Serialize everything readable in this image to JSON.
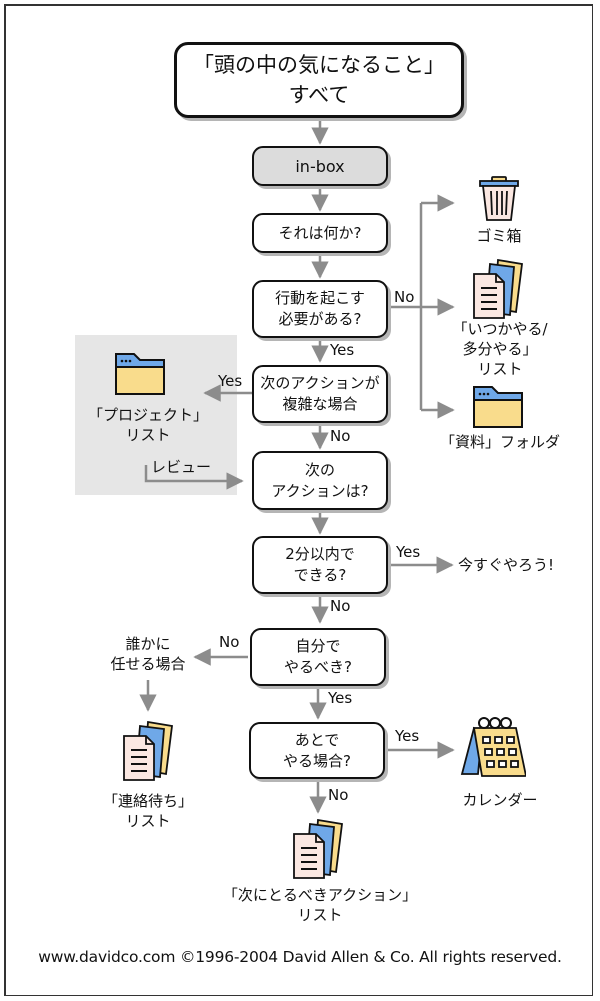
{
  "diagram": {
    "nodes": {
      "all_stuff": "「頭の中の気になること」\nすべて",
      "inbox": "in-box",
      "what_is_it": "それは何か?",
      "actionable": "行動を起こす\n必要がある?",
      "multi_step": "次のアクションが\n複雑な場合",
      "next_action": "次の\nアクションは?",
      "two_minutes": "2分以内で\nできる?",
      "do_it_myself": "自分で\nやるべき?",
      "defer": "あとで\nやる場合?"
    },
    "outcomes": {
      "trash": "ゴミ箱",
      "someday_maybe": "「いつかやる/\n多分やる」\nリスト",
      "reference": "「資料」フォルダ",
      "projects": "「プロジェクト」\nリスト",
      "do_now": "今すぐやろう!",
      "delegate": "誰かに\n任せる場合",
      "waiting_for": "「連絡待ち」\nリスト",
      "calendar": "カレンダー",
      "next_actions_list": "「次にとるべきアクション」\nリスト"
    },
    "edge_labels": {
      "actionable_no": "No",
      "actionable_yes": "Yes",
      "multi_step_yes": "Yes",
      "multi_step_no": "No",
      "review": "レビュー",
      "two_minutes_yes": "Yes",
      "two_minutes_no": "No",
      "myself_no": "No",
      "myself_yes": "Yes",
      "defer_yes": "Yes",
      "defer_no": "No"
    },
    "icons": {
      "trash": "trash-can-icon",
      "someday_maybe": "document-stack-icon",
      "reference": "folder-icon",
      "projects": "folder-icon",
      "waiting_for": "document-stack-icon",
      "calendar": "calendar-icon",
      "next_actions_list": "document-stack-icon"
    },
    "colors": {
      "node_border": "#111111",
      "inbox_fill": "#dcdcdc",
      "arrow": "#8c8c8c",
      "project_zone": "#e6e6e6",
      "folder_yellow": "#f9dc8c",
      "folder_blue": "#6fa8e8",
      "doc_pink": "#fbe8e2"
    }
  },
  "footer": "www.davidco.com ©1996-2004 David Allen & Co. All rights reserved."
}
